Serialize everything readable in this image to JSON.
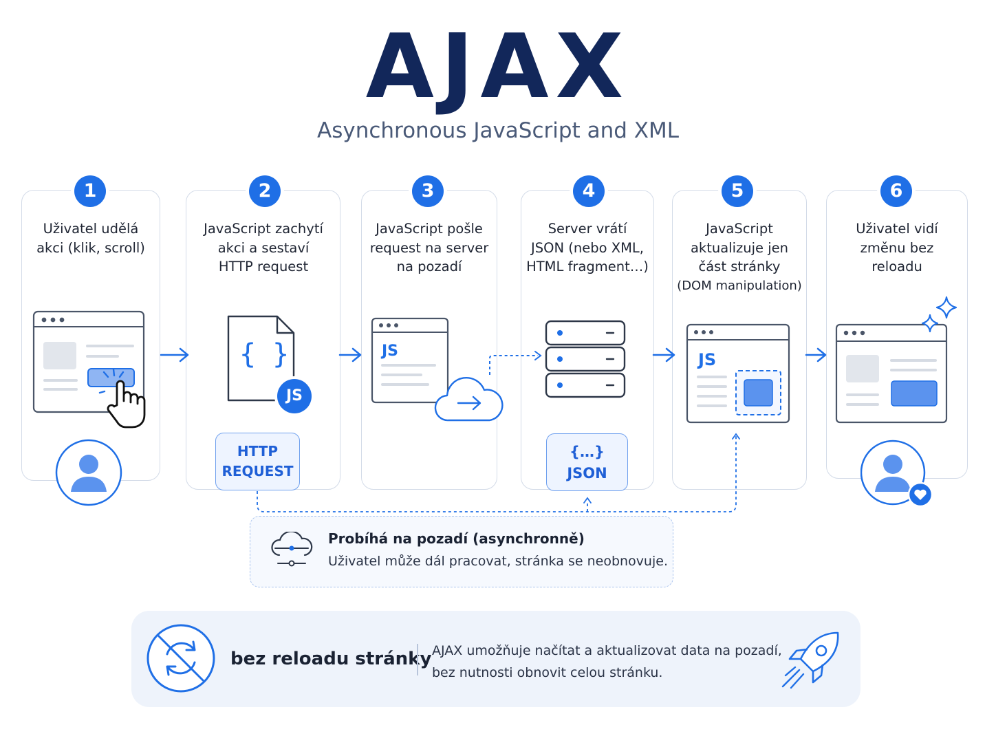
{
  "header": {
    "title": "AJAX",
    "subtitle": "Asynchronous JavaScript and XML"
  },
  "steps": [
    {
      "number": "1",
      "lines": [
        "Uživatel udělá",
        "akci (klik, scroll)"
      ]
    },
    {
      "number": "2",
      "lines": [
        "JavaScript zachytí",
        "akci a sestaví",
        "HTTP request"
      ],
      "js_badge": "JS",
      "tag_lines": [
        "HTTP",
        "REQUEST"
      ]
    },
    {
      "number": "3",
      "lines": [
        "JavaScript pošle",
        "request na server",
        "na pozadí"
      ],
      "code_label": "JS"
    },
    {
      "number": "4",
      "lines": [
        "Server vrátí",
        "JSON (nebo XML,",
        "HTML fragment…)"
      ],
      "tag_lines": [
        "{…}",
        "JSON"
      ]
    },
    {
      "number": "5",
      "lines": [
        "JavaScript",
        "aktualizuje jen",
        "část stránky",
        "(DOM manipulation)"
      ],
      "code_label": "JS"
    },
    {
      "number": "6",
      "lines": [
        "Uživatel vidí",
        "změnu bez",
        "reloadu"
      ]
    }
  ],
  "background": {
    "title": "Probíhá na pozadí (asynchronně)",
    "text": "Uživatel může dál pracovat, stránka se neobnovuje."
  },
  "footer": {
    "strong": "bez reloadu stránky",
    "lines": [
      "AJAX umožňuje načítat a aktualizovat data na pozadí,",
      "bez nutnosti obnovit celou stránku."
    ]
  },
  "colors": {
    "accent": "#1f6fe6",
    "title": "#12275a",
    "border": "#d3dbe8"
  },
  "icons": [
    "browser-icon",
    "cursor-hand-icon",
    "user-icon",
    "js-file-icon",
    "cloud-arrow-icon",
    "server-icon",
    "sparkle-icon",
    "heart-icon",
    "cloud-sync-icon",
    "no-reload-icon",
    "rocket-icon"
  ]
}
